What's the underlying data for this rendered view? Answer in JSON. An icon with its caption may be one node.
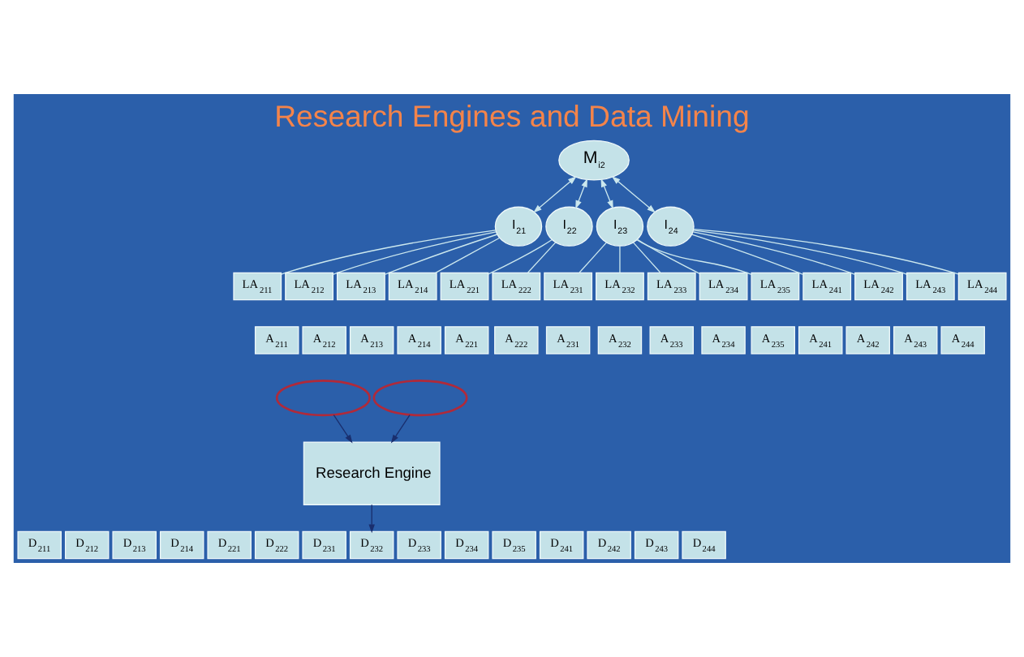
{
  "diagram": {
    "title": "Research Engines and Data Mining",
    "nodes": [
      {
        "text": [
          "M$_{i2}$"
        ]
      },
      {
        "text": [
          "I$_{21}$"
        ]
      },
      {
        "text": [
          "I$_{22}$"
        ]
      },
      {
        "text": [
          "I$_{23}$"
        ]
      },
      {
        "text": [
          "I$_{24}$"
        ]
      },
      {
        "text": [
          "LA$_{211}$"
        ]
      },
      {
        "text": [
          "LA$_{212}$"
        ]
      },
      {
        "text": [
          "LA$_{213}$"
        ]
      },
      {
        "text": [
          "LA$_{214}$"
        ]
      },
      {
        "text": [
          "LA$_{221}$"
        ]
      },
      {
        "text": [
          "LA$_{222}$"
        ]
      },
      {
        "text": [
          "LA$_{231}$"
        ]
      },
      {
        "text": [
          "LA$_{232}$"
        ]
      },
      {
        "text": [
          "LA$_{233}$"
        ]
      },
      {
        "text": [
          "LA$_{234}$"
        ]
      },
      {
        "text": [
          "LA$_{235}$"
        ]
      },
      {
        "text": [
          "LA$_{241}$"
        ]
      },
      {
        "text": [
          "LA$_{242}$"
        ]
      },
      {
        "text": [
          "LA$_{243}$"
        ]
      },
      {
        "text": [
          "LA$_{244}$"
        ]
      },
      {
        "text": [
          "A$_{211}$"
        ]
      },
      {
        "text": [
          "A$_{212}$"
        ]
      },
      {
        "text": [
          "A$_{213}$"
        ]
      },
      {
        "text": [
          "A$_{214}$"
        ]
      },
      {
        "text": [
          "A$_{221}$"
        ]
      },
      {
        "text": [
          "A$_{222}$"
        ]
      },
      {
        "text": [
          "A$_{231}$"
        ]
      },
      {
        "text": [
          "A$_{232}$"
        ]
      },
      {
        "text": [
          "A$_{233}$"
        ]
      },
      {
        "text": [
          "A$_{234}$"
        ]
      },
      {
        "text": [
          "A$_{235}$"
        ]
      },
      {
        "text": [
          "A$_{241}$"
        ]
      },
      {
        "text": [
          "A$_{242}$"
        ]
      },
      {
        "text": [
          "A$_{243}$"
        ]
      },
      {
        "text": [
          "A$_{244}$"
        ]
      },
      {
        "text": [],
        "shape": "ellipse"
      },
      {
        "text": [],
        "shape": "ellipse"
      },
      {
        "text": [
          "Research Engine"
        ]
      },
      {
        "text": [
          "D$_{211}$"
        ]
      },
      {
        "text": [
          "D$_{212}$"
        ]
      },
      {
        "text": [
          "D$_{213}$"
        ]
      },
      {
        "text": [
          "D$_{214}$"
        ]
      },
      {
        "text": [
          "D$_{221}$"
        ]
      },
      {
        "text": [
          "D$_{222}$"
        ]
      },
      {
        "text": [
          "D$_{231}$"
        ]
      },
      {
        "text": [
          "D$_{232}$"
        ]
      },
      {
        "text": [
          "D$_{233}$"
        ]
      },
      {
        "text": [
          "D$_{234}$"
        ]
      },
      {
        "text": [
          "D$_{235}$"
        ]
      },
      {
        "text": [
          "D$_{241}$"
        ]
      },
      {
        "text": [
          "D$_{242}$"
        ]
      },
      {
        "text": [
          "D$_{243}$"
        ]
      },
      {
        "text": [
          "D$_{244}$"
        ]
      }
    ],
    "edges": [
      {
        "from": 0,
        "to": 1,
        "arrow": "both"
      },
      {
        "from": 0,
        "to": 2,
        "arrow": "both"
      },
      {
        "from": 0,
        "to": 3,
        "arrow": "both"
      },
      {
        "from": 0,
        "to": 4,
        "arrow": "both"
      },
      {
        "from": 1,
        "to": 5,
        "arrow": "none"
      },
      {
        "from": 1,
        "to": 6,
        "arrow": "none"
      },
      {
        "from": 1,
        "to": 7,
        "arrow": "none"
      },
      {
        "from": 1,
        "to": 8,
        "arrow": "none"
      },
      {
        "from": 2,
        "to": 9,
        "arrow": "none"
      },
      {
        "from": 2,
        "to": 10,
        "arrow": "none"
      },
      {
        "from": 3,
        "to": 11,
        "arrow": "none"
      },
      {
        "from": 3,
        "to": 12,
        "arrow": "none"
      },
      {
        "from": 3,
        "to": 13,
        "arrow": "none"
      },
      {
        "from": 3,
        "to": 14,
        "arrow": "none"
      },
      {
        "from": 3,
        "to": 15,
        "arrow": "none"
      },
      {
        "from": 4,
        "to": 16,
        "arrow": "none"
      },
      {
        "from": 4,
        "to": 17,
        "arrow": "none"
      },
      {
        "from": 4,
        "to": 18,
        "arrow": "none"
      },
      {
        "from": 4,
        "to": 19,
        "arrow": "none"
      },
      {
        "from": 35,
        "to": 37,
        "arrow": "to",
        "color": "#1a2f6e"
      },
      {
        "from": 36,
        "to": 37,
        "arrow": "to",
        "color": "#1a2f6e"
      },
      {
        "from": 37,
        "to": 45,
        "arrow": "to",
        "color": "#1a2f6e"
      }
    ]
  }
}
